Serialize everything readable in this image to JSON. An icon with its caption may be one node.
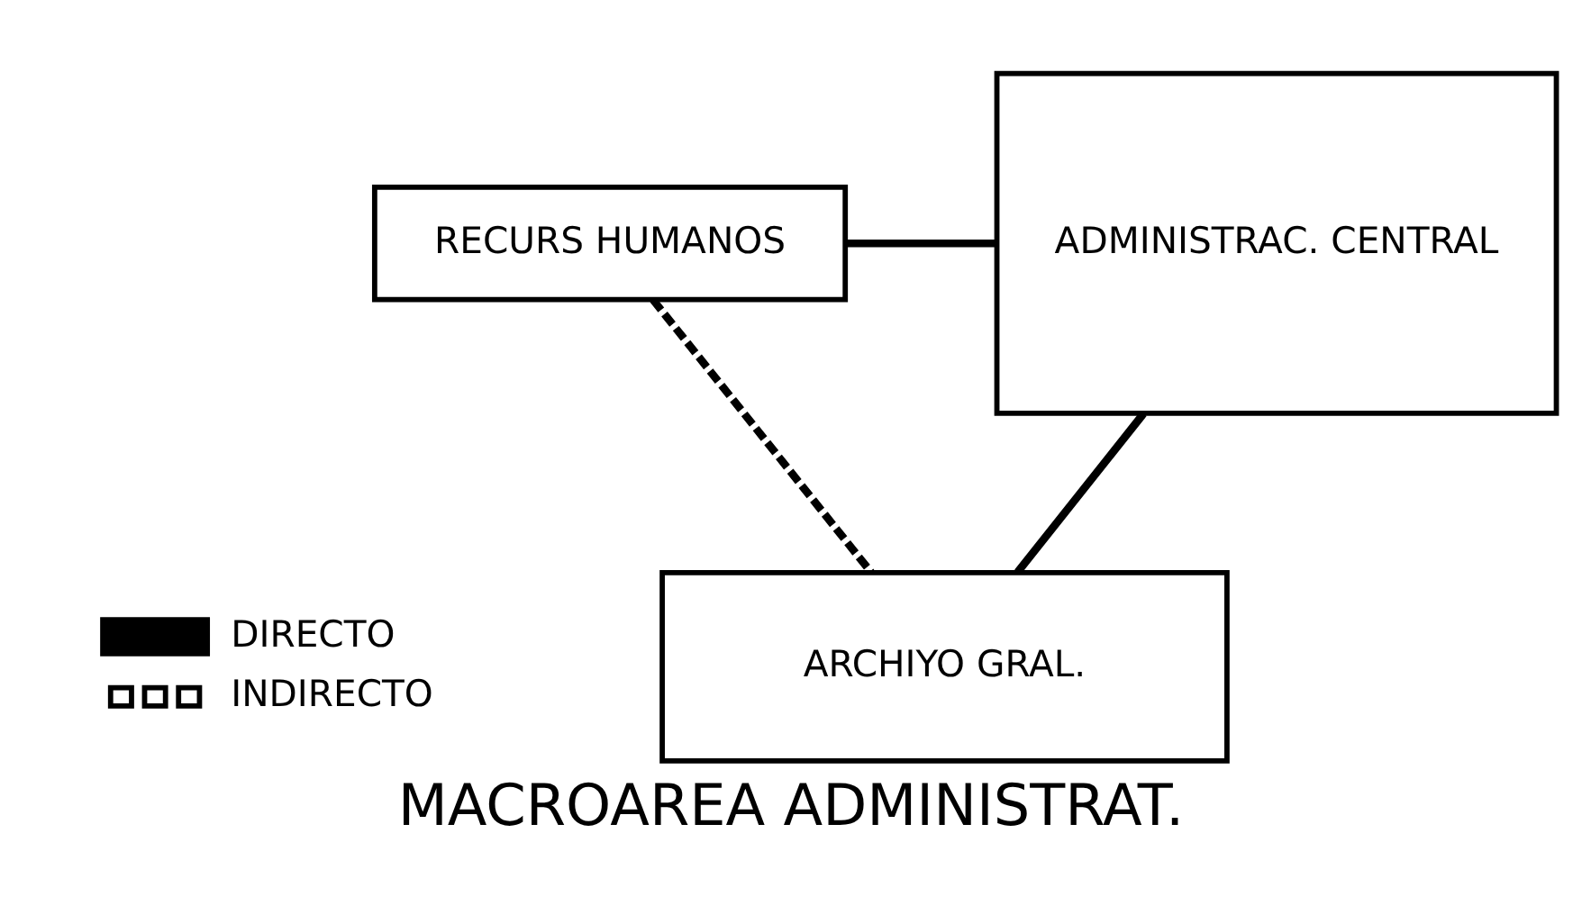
{
  "diagram": {
    "caption": "MACROAREA ADMINISTRAT.",
    "nodes": [
      {
        "text": [
          "RECURS HUMANOS"
        ]
      },
      {
        "text": [
          "ADMINISTRAC. CENTRAL"
        ]
      },
      {
        "text": [
          "ARCHIYO GRAL."
        ]
      }
    ],
    "edges": [
      {
        "from": 0,
        "to": 1,
        "arrow": "none"
      },
      {
        "from": 0,
        "to": 2,
        "arrow": "none",
        "style": "dashed"
      },
      {
        "from": 2,
        "to": 1,
        "arrow": "none"
      }
    ],
    "legend": [
      {
        "text": "DIRECTO"
      },
      {
        "text": "INDIRECTO"
      }
    ]
  }
}
